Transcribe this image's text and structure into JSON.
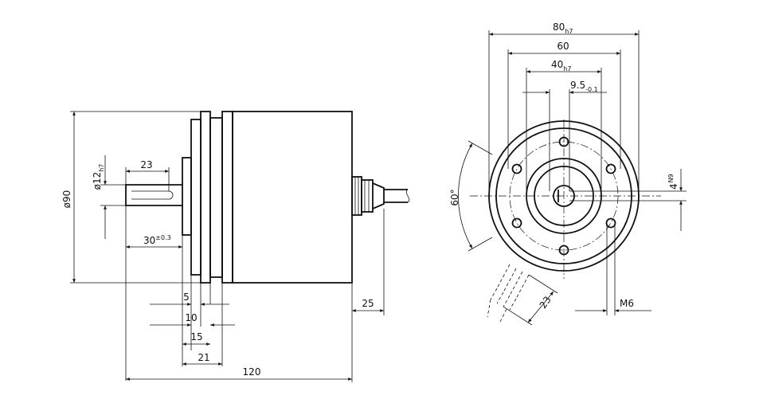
{
  "side_view": {
    "dim_diameter_90": "ø90",
    "dim_shaft_diameter": "ø12",
    "dim_shaft_diameter_tol": "h7",
    "dim_23": "23",
    "dim_30": "30",
    "dim_30_tol": "±0.3",
    "dim_5": "5",
    "dim_10": "10",
    "dim_15": "15",
    "dim_21": "21",
    "dim_120": "120",
    "dim_25": "25"
  },
  "front_view": {
    "dim_80": "80",
    "dim_80_tol": "h7",
    "dim_60": "60",
    "dim_40": "40",
    "dim_40_tol": "h7",
    "dim_9_5": "9.5",
    "dim_9_5_tol": "-0.1",
    "dim_4": "4",
    "dim_4_tol": "N9",
    "dim_angle": "60°",
    "dim_m6": "M6",
    "dim_23": "23"
  }
}
